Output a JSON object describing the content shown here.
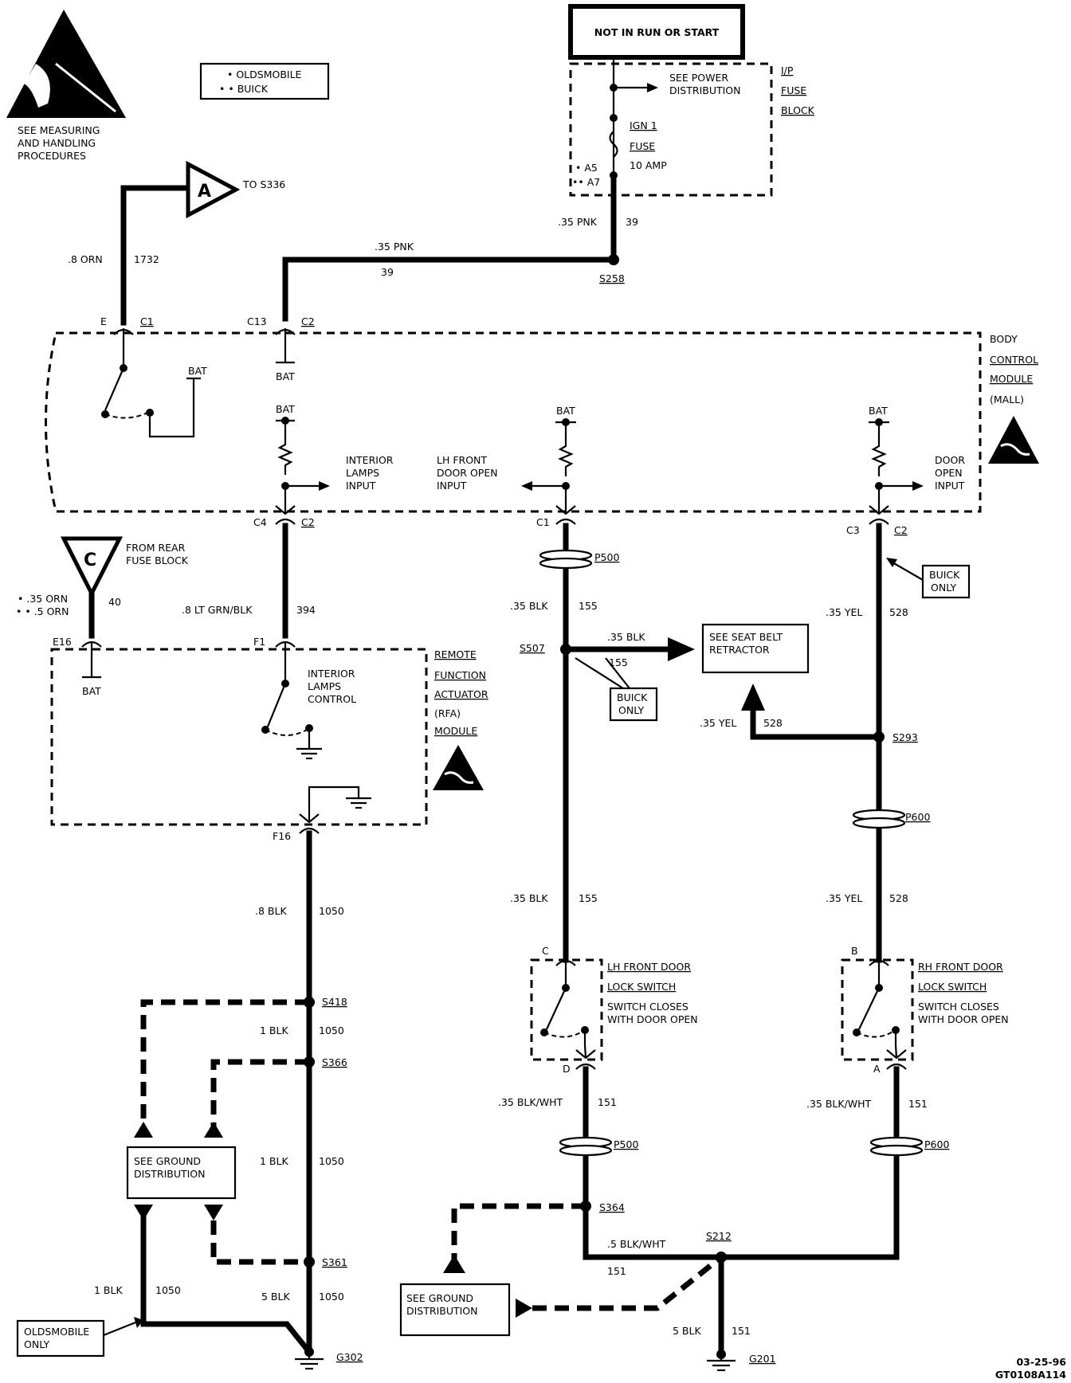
{
  "title_box": "NOT IN RUN OR START",
  "legend": {
    "olds": "• OLDSMOBILE",
    "buick": "• • BUICK"
  },
  "esd_note": [
    "SEE MEASURING",
    "AND HANDLING",
    "PROCEDURES"
  ],
  "fuse_block": {
    "name": [
      "I/P",
      "FUSE",
      "BLOCK"
    ],
    "see": [
      "SEE POWER",
      "DISTRIBUTION"
    ],
    "fuse": [
      "IGN 1",
      "FUSE",
      "10 AMP"
    ],
    "pin_a5": "• A5",
    "pin_a7": "•• A7"
  },
  "connector_a": {
    "letter": "A",
    "to": "TO S336"
  },
  "connector_c": {
    "letter": "C",
    "from": [
      "FROM REAR",
      "FUSE BLOCK"
    ]
  },
  "wires": {
    "w1732_gauge": ".8 ORN",
    "w1732_num": "1732",
    "w39_gauge": ".35 PNK",
    "w39_num": "39",
    "w39b_gauge": ".35 PNK",
    "w39b_num": "39",
    "s258": "S258",
    "w40_gauge1": "• .35 ORN",
    "w40_gauge2": "• • .5 ORN",
    "w40_num": "40",
    "w394_gauge": ".8 LT GRN/BLK",
    "w394_num": "394",
    "w155a_gauge": ".35 BLK",
    "w155a_num": "155",
    "s507": "S507",
    "w155c_gauge": ".35 BLK",
    "w155c_num": "155",
    "w155b_gauge": ".35 BLK",
    "w155b_num": "155",
    "w528a_gauge": ".35 YEL",
    "w528a_num": "528",
    "s293": "S293",
    "w528b_gauge": ".35 YEL",
    "w528b_num": "528",
    "w528c_gauge": ".35 YEL",
    "w528c_num": "528",
    "w1050a_gauge": ".8 BLK",
    "w1050a_num": "1050",
    "s418": "S418",
    "w1050b_gauge": "1 BLK",
    "w1050b_num": "1050",
    "s366": "S366",
    "w1050c_gauge": "1 BLK",
    "w1050c_num": "1050",
    "s361": "S361",
    "w1050d_gauge": "5 BLK",
    "w1050d_num": "1050",
    "w1050e_gauge": "1 BLK",
    "w1050e_num": "1050",
    "g302": "G302",
    "w151a_gauge": ".35 BLK/WHT",
    "w151a_num": "151",
    "w151b_gauge": ".35 BLK/WHT",
    "w151b_num": "151",
    "s364": "S364",
    "w151c_gauge": ".5 BLK/WHT",
    "w151c_num": "151",
    "s212": "S212",
    "w151d_gauge": "5 BLK",
    "w151d_num": "151",
    "g201": "G201"
  },
  "bcm": {
    "name": [
      "BODY",
      "CONTROL",
      "MODULE",
      "(MALL)"
    ],
    "c1e_pin": "E",
    "c1e_conn": "C1",
    "c13_pin": "C13",
    "c13_conn": "C2",
    "c4_pin": "C4",
    "c4_conn": "C2",
    "c1_pin": "C1",
    "c3_pin": "C3",
    "c3_conn": "C2",
    "bat1": "BAT",
    "bat2": "BAT",
    "bat3": "BAT",
    "bat4": "BAT",
    "bat5": "BAT",
    "interior_input": [
      "INTERIOR",
      "LAMPS",
      "INPUT"
    ],
    "lh_input": [
      "LH FRONT",
      "DOOR OPEN",
      "INPUT"
    ],
    "door_input": [
      "DOOR",
      "OPEN",
      "INPUT"
    ]
  },
  "rfa": {
    "name": [
      "REMOTE",
      "FUNCTION",
      "ACTUATOR",
      "(RFA)",
      "MODULE"
    ],
    "e16": "E16",
    "f1": "F1",
    "f16": "F16",
    "bat": "BAT",
    "control": [
      "INTERIOR",
      "LAMPS",
      "CONTROL"
    ]
  },
  "connectors": {
    "p500a": "P500",
    "p500b": "P500",
    "p600a": "P600",
    "p600b": "P600"
  },
  "notes": {
    "buick_only_1": [
      "BUICK",
      "ONLY"
    ],
    "buick_only_2": [
      "BUICK",
      "ONLY"
    ],
    "seat_belt": [
      "SEE SEAT BELT",
      "RETRACTOR"
    ],
    "ground_dist_1": [
      "SEE GROUND",
      "DISTRIBUTION"
    ],
    "ground_dist_2": [
      "SEE GROUND",
      "DISTRIBUTION"
    ],
    "olds_only": [
      "OLDSMOBILE",
      "ONLY"
    ]
  },
  "lh_switch": {
    "name": "LH FRONT DOOR",
    "name2": "LOCK SWITCH",
    "desc": [
      "SWITCH CLOSES",
      "WITH DOOR OPEN"
    ],
    "pin_c": "C",
    "pin_d": "D"
  },
  "rh_switch": {
    "name": "RH FRONT DOOR",
    "name2": "LOCK SWITCH",
    "desc": [
      "SWITCH CLOSES",
      "WITH DOOR OPEN"
    ],
    "pin_b": "B",
    "pin_a": "A"
  },
  "footer": {
    "date": "03-25-96",
    "code": "GT0108A114"
  }
}
